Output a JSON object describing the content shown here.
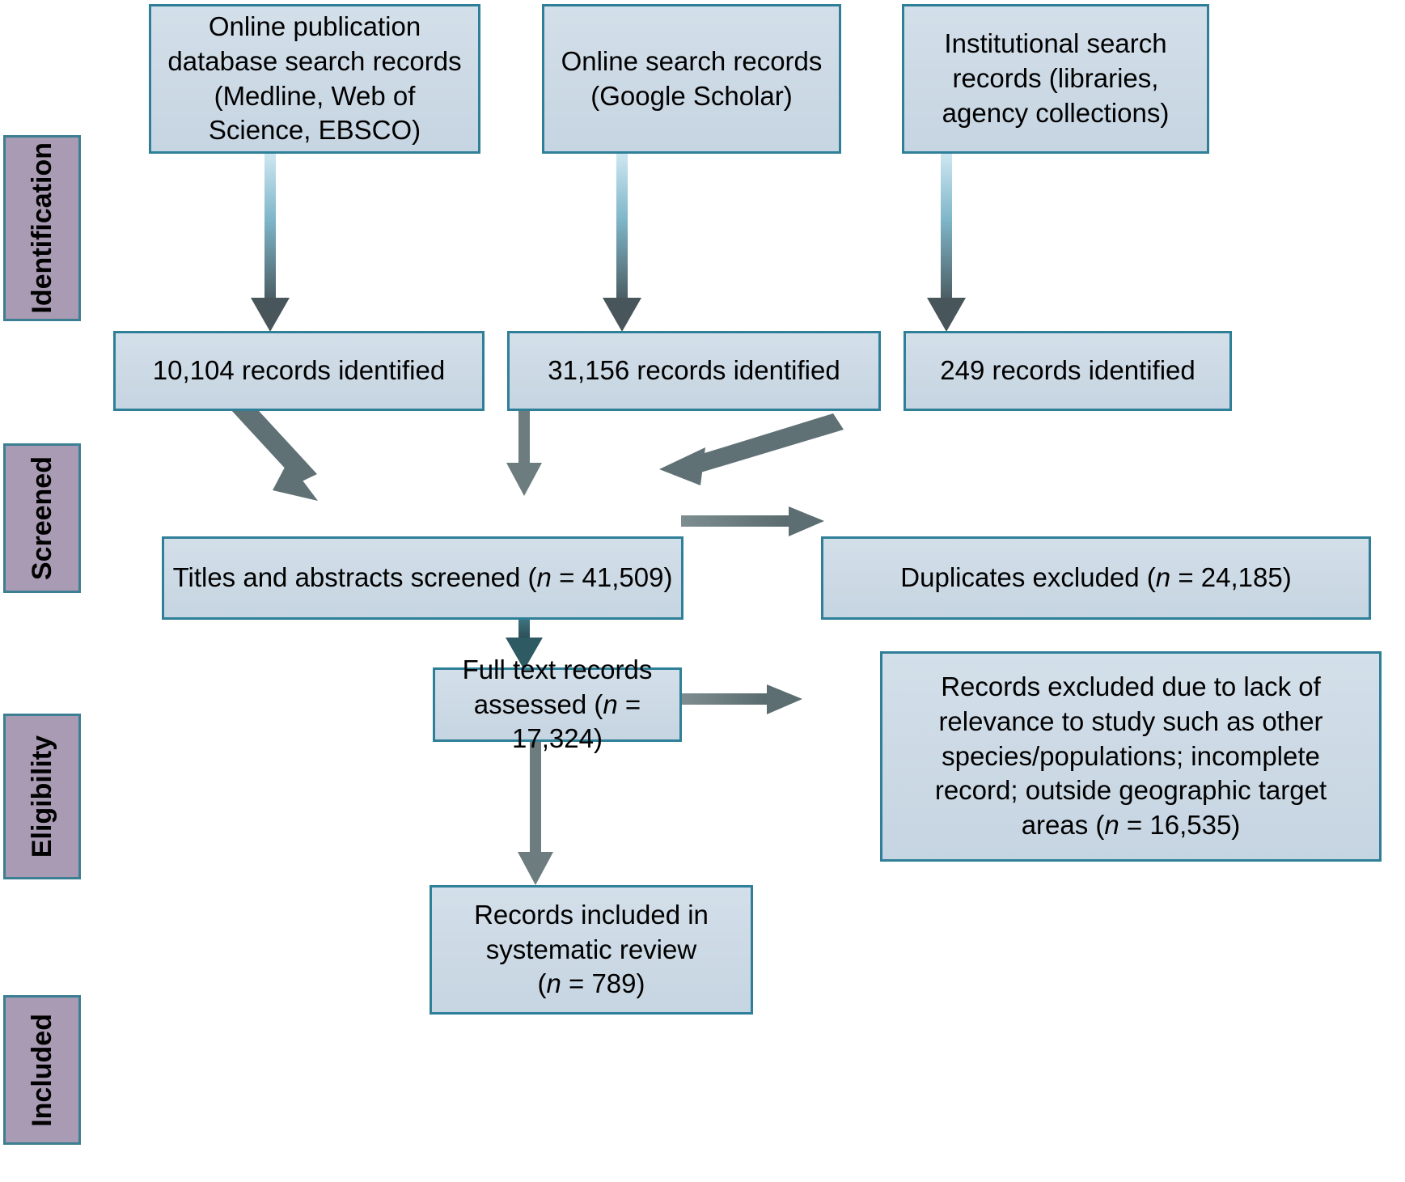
{
  "diagram": {
    "type": "prisma-flow-diagram",
    "colors": {
      "box_fill": "#d0dce8",
      "box_border": "#2e7f97",
      "stage_fill": "#a99bb3",
      "arrow_gray": "#5a6b6e",
      "arrow_teal": "#2b7f96",
      "background": "#ffffff"
    }
  },
  "stages": [
    {
      "id": "identification",
      "label": "Identification"
    },
    {
      "id": "screened",
      "label": "Screened"
    },
    {
      "id": "eligibility",
      "label": "Eligibility"
    },
    {
      "id": "included",
      "label": "Included"
    }
  ],
  "sources": [
    {
      "id": "source-publication-database",
      "label": "Online publication database search records (Medline, Web of Science, EBSCO)"
    },
    {
      "id": "source-online-search",
      "label": "Online search records (Google Scholar)"
    },
    {
      "id": "source-institutional-search",
      "label": "Institutional search records (libraries, agency collections)"
    }
  ],
  "identified": [
    {
      "id": "identified-publication-database",
      "count": "10,104",
      "label": "10,104 records identified"
    },
    {
      "id": "identified-online-search",
      "count": "31,156",
      "label": "31,156 records identified"
    },
    {
      "id": "identified-institutional",
      "count": "249",
      "label": "249 records identified"
    }
  ],
  "screened": {
    "id": "titles-abstracts-screened",
    "text_prefix": "Titles and abstracts screened (",
    "n_symbol": "n",
    "text_suffix": " = 41,509)",
    "count": "41,509",
    "label": "Titles and abstracts screened (n = 41,509)"
  },
  "duplicates_excluded": {
    "id": "duplicates-excluded",
    "text_prefix": "Duplicates excluded (",
    "n_symbol": "n",
    "text_suffix": " = 24,185)",
    "count": "24,185",
    "label": "Duplicates excluded (n = 24,185)"
  },
  "full_text": {
    "id": "full-text-records-assessed",
    "line1": "Full text records",
    "text_prefix": "assessed (",
    "n_symbol": "n",
    "text_suffix": " = 17,324)",
    "count": "17,324",
    "label": "Full text records assessed (n = 17,324)"
  },
  "records_excluded": {
    "id": "records-excluded-relevance",
    "text_prefix": "Records excluded due to lack of relevance to study such as other species/populations; incomplete record; outside geographic target areas (",
    "n_symbol": "n",
    "text_suffix": " = 16,535)",
    "count": "16,535",
    "label": "Records excluded due to lack of relevance to study such as other species/populations; incomplete record; outside geographic target areas (n = 16,535)"
  },
  "included": {
    "id": "records-included-systematic-review",
    "line1": "Records included in",
    "line2": "systematic review",
    "text_prefix": "(",
    "n_symbol": "n",
    "text_suffix": " = 789)",
    "count": "789",
    "label": "Records included in systematic review (n = 789)"
  }
}
